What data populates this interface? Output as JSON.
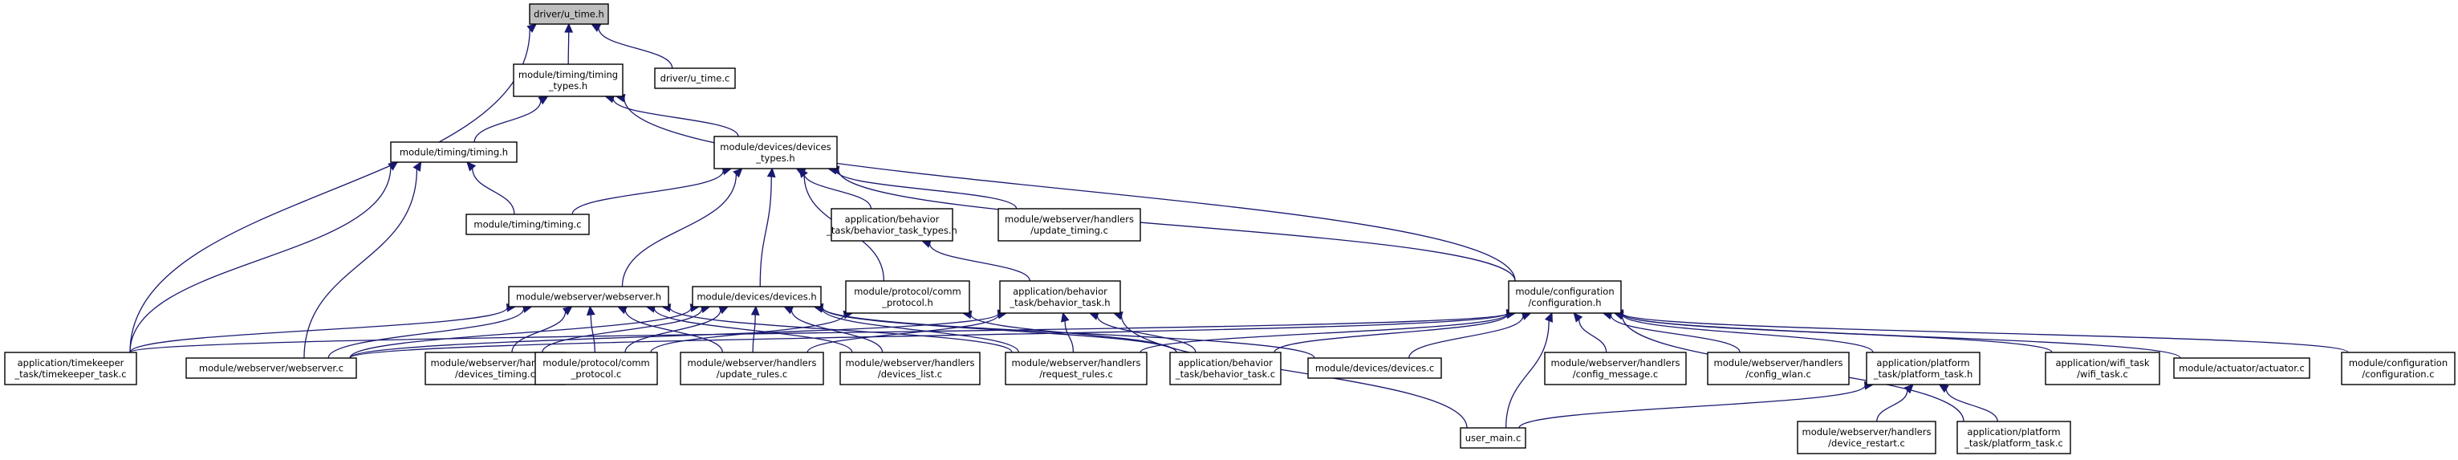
{
  "graph": {
    "edge_color": "#191970",
    "root_fill": "#bfbfbf",
    "nodes": [
      {
        "id": "n0",
        "label": [
          "driver/u_time.h"
        ],
        "root": true
      },
      {
        "id": "n1",
        "label": [
          "module/timing/timing",
          "_types.h"
        ]
      },
      {
        "id": "n2",
        "label": [
          "driver/u_time.c"
        ]
      },
      {
        "id": "n3",
        "label": [
          "module/timing/timing.h"
        ]
      },
      {
        "id": "n4",
        "label": [
          "module/devices/devices",
          "_types.h"
        ]
      },
      {
        "id": "n5",
        "label": [
          "application/behavior",
          "_task/behavior_task_types.h"
        ]
      },
      {
        "id": "n6",
        "label": [
          "module/webserver/handlers",
          "/update_timing.c"
        ]
      },
      {
        "id": "n7",
        "label": [
          "module/timing/timing.c"
        ]
      },
      {
        "id": "n8",
        "label": [
          "module/webserver/webserver.h"
        ]
      },
      {
        "id": "n9",
        "label": [
          "module/devices/devices.h"
        ]
      },
      {
        "id": "n10",
        "label": [
          "module/protocol/comm",
          "_protocol.h"
        ]
      },
      {
        "id": "n11",
        "label": [
          "application/behavior",
          "_task/behavior_task.h"
        ]
      },
      {
        "id": "n12",
        "label": [
          "module/configuration",
          "/configuration.h"
        ]
      },
      {
        "id": "n13",
        "label": [
          "application/timekeeper",
          "_task/timekeeper_task.c"
        ]
      },
      {
        "id": "n14",
        "label": [
          "module/webserver/webserver.c"
        ]
      },
      {
        "id": "n15",
        "label": [
          "module/webserver/handlers",
          "/devices_timing.c"
        ]
      },
      {
        "id": "n16",
        "label": [
          "module/protocol/comm",
          "_protocol.c"
        ]
      },
      {
        "id": "n17",
        "label": [
          "module/webserver/handlers",
          "/update_rules.c"
        ]
      },
      {
        "id": "n18",
        "label": [
          "module/webserver/handlers",
          "/devices_list.c"
        ]
      },
      {
        "id": "n19",
        "label": [
          "module/webserver/handlers",
          "/request_rules.c"
        ]
      },
      {
        "id": "n20",
        "label": [
          "application/behavior",
          "_task/behavior_task.c"
        ]
      },
      {
        "id": "n21",
        "label": [
          "module/devices/devices.c"
        ]
      },
      {
        "id": "n22",
        "label": [
          "module/webserver/handlers",
          "/config_message.c"
        ]
      },
      {
        "id": "n23",
        "label": [
          "module/webserver/handlers",
          "/config_wlan.c"
        ]
      },
      {
        "id": "n24",
        "label": [
          "application/platform",
          "_task/platform_task.h"
        ]
      },
      {
        "id": "n25",
        "label": [
          "application/wifi_task",
          "/wifi_task.c"
        ]
      },
      {
        "id": "n26",
        "label": [
          "module/actuator/actuator.c"
        ]
      },
      {
        "id": "n27",
        "label": [
          "module/configuration",
          "/configuration.c"
        ]
      },
      {
        "id": "n28",
        "label": [
          "user_main.c"
        ]
      },
      {
        "id": "n29",
        "label": [
          "module/webserver/handlers",
          "/device_restart.c"
        ]
      },
      {
        "id": "n30",
        "label": [
          "application/platform",
          "_task/platform_task.c"
        ]
      }
    ],
    "edges": [
      [
        "n1",
        "n0"
      ],
      [
        "n2",
        "n0"
      ],
      [
        "n13",
        "n0"
      ],
      [
        "n3",
        "n1"
      ],
      [
        "n4",
        "n1"
      ],
      [
        "n12",
        "n1"
      ],
      [
        "n7",
        "n3"
      ],
      [
        "n13",
        "n3"
      ],
      [
        "n14",
        "n3"
      ],
      [
        "n5",
        "n4"
      ],
      [
        "n6",
        "n4"
      ],
      [
        "n7",
        "n4"
      ],
      [
        "n8",
        "n4"
      ],
      [
        "n9",
        "n4"
      ],
      [
        "n10",
        "n4"
      ],
      [
        "n12",
        "n4"
      ],
      [
        "n11",
        "n5"
      ],
      [
        "n13",
        "n8"
      ],
      [
        "n14",
        "n8"
      ],
      [
        "n15",
        "n8"
      ],
      [
        "n16",
        "n8"
      ],
      [
        "n17",
        "n8"
      ],
      [
        "n18",
        "n8"
      ],
      [
        "n19",
        "n8"
      ],
      [
        "n14",
        "n9"
      ],
      [
        "n15",
        "n9"
      ],
      [
        "n16",
        "n9"
      ],
      [
        "n17",
        "n9"
      ],
      [
        "n18",
        "n9"
      ],
      [
        "n19",
        "n9"
      ],
      [
        "n20",
        "n9"
      ],
      [
        "n21",
        "n9"
      ],
      [
        "n16",
        "n10"
      ],
      [
        "n20",
        "n10"
      ],
      [
        "n14",
        "n11"
      ],
      [
        "n17",
        "n11"
      ],
      [
        "n19",
        "n11"
      ],
      [
        "n20",
        "n11"
      ],
      [
        "n28",
        "n11"
      ],
      [
        "n13",
        "n12"
      ],
      [
        "n14",
        "n12"
      ],
      [
        "n19",
        "n12"
      ],
      [
        "n20",
        "n12"
      ],
      [
        "n21",
        "n12"
      ],
      [
        "n22",
        "n12"
      ],
      [
        "n23",
        "n12"
      ],
      [
        "n24",
        "n12"
      ],
      [
        "n25",
        "n12"
      ],
      [
        "n26",
        "n12"
      ],
      [
        "n27",
        "n12"
      ],
      [
        "n28",
        "n12"
      ],
      [
        "n30",
        "n12"
      ],
      [
        "n28",
        "n24"
      ],
      [
        "n29",
        "n24"
      ],
      [
        "n30",
        "n24"
      ]
    ]
  }
}
